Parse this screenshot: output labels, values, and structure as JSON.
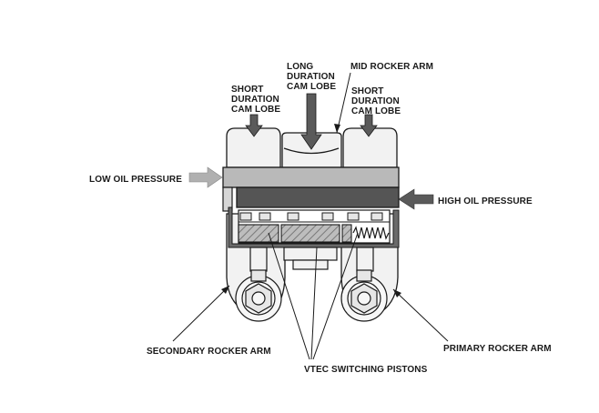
{
  "labels": {
    "short_lobe_left": [
      "SHORT",
      "DURATION",
      "CAM LOBE"
    ],
    "long_lobe": [
      "LONG",
      "DURATION",
      "CAM LOBE"
    ],
    "mid_rocker": "MID ROCKER ARM",
    "short_lobe_right": [
      "SHORT",
      "DURATION",
      "CAM LOBE"
    ],
    "low_oil": "LOW OIL PRESSURE",
    "high_oil": "HIGH OIL PRESSURE",
    "secondary_rocker": "SECONDARY ROCKER ARM",
    "primary_rocker": "PRIMARY ROCKER ARM",
    "vtec_pistons": "VTEC SWITCHING PISTONS"
  },
  "colors": {
    "outline": "#1a1a1a",
    "body_fill": "#f2f2f2",
    "low_pressure_shaft": "#b9b9b9",
    "high_pressure_shaft": "#555555",
    "piston_hatch": "#9a9a9a",
    "low_arrow": "#b0b0b0",
    "high_arrow": "#5a5a5a"
  }
}
